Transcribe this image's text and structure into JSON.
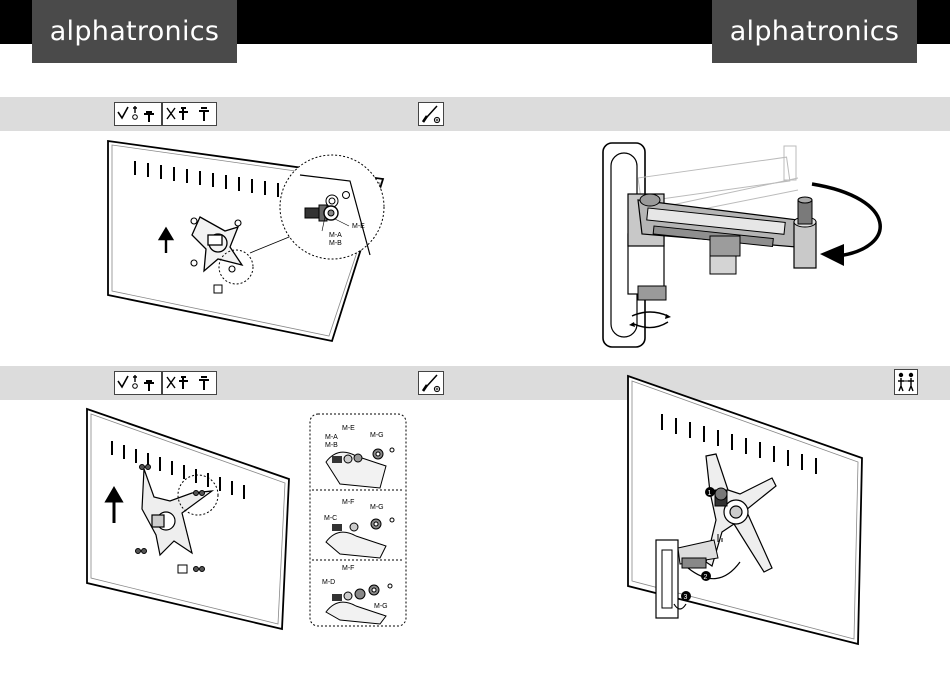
{
  "brand": {
    "left": "alphatronics",
    "right": "alphatronics"
  },
  "icons": {
    "screw_ok": "screw-check-icon",
    "screw_no": "screw-cross-icon",
    "screwdriver": "screwdriver-icon",
    "two_person": "two-person-icon"
  },
  "step1": {
    "labels": {
      "ma": "M-A",
      "mb": "M-B",
      "me": "M-E"
    }
  },
  "step3": {
    "rows": [
      {
        "a": "M-E",
        "b": "M-A",
        "c": "M-B",
        "d": "M-G"
      },
      {
        "a": "M-F",
        "b": "M-C",
        "c": "M-G"
      },
      {
        "a": "M-F",
        "b": "M-D",
        "c": "M-G"
      }
    ]
  },
  "step4": {
    "callouts": [
      "1",
      "2",
      "3"
    ]
  }
}
